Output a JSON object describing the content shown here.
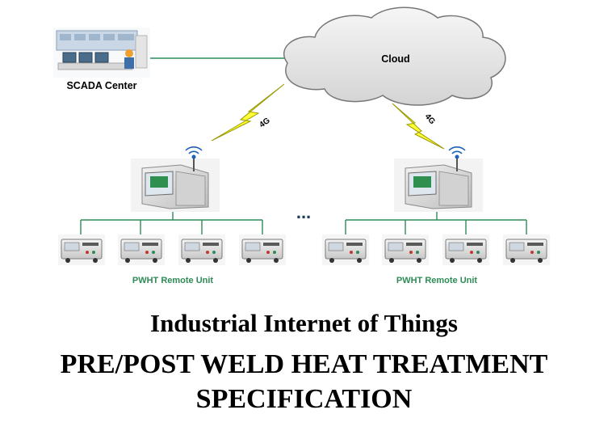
{
  "nodes": {
    "scada_label": "SCADA Center",
    "cloud_label": "Cloud",
    "link_label_left": "4G",
    "link_label_right": "4G",
    "ellipsis": "...",
    "remote_unit_label_left": "PWHT Remote Unit",
    "remote_unit_label_right": "PWHT Remote Unit"
  },
  "caption": {
    "subtitle": "Industrial Internet of Things",
    "title_line1": "PRE/POST WELD HEAT TREATMENT",
    "title_line2": "SPECIFICATION"
  },
  "colors": {
    "tree_lines": "#2e8b57",
    "remote_unit_label": "#2e8b57",
    "lightning": "#ffff33",
    "lightning_outline": "#9a9a00",
    "cloud_fill": "#e8e8e8",
    "cloud_stroke": "#777777"
  }
}
